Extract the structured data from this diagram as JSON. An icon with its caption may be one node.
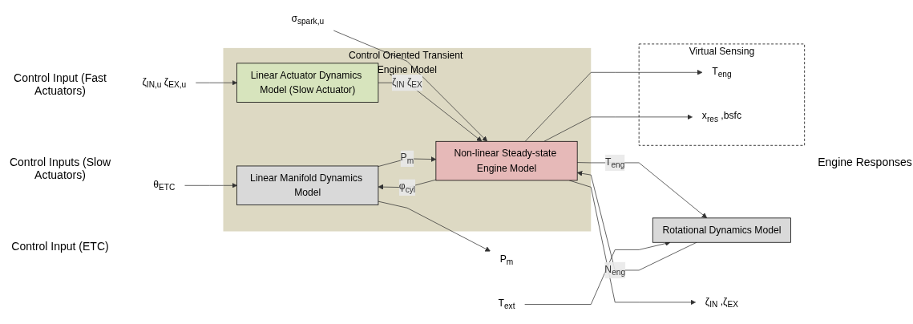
{
  "diagram": {
    "nodes": [
      {
        "text": [
          "σ$_{spark,u}$"
        ]
      },
      {
        "text": [
          "ζ$_{IN,u}$ ζ$_{EX,u}$"
        ]
      },
      {
        "text": [
          "θ$_{ETC}$"
        ]
      },
      {
        "text": [
          "Control Oriented Transient Engine Model"
        ]
      },
      {
        "text": [
          "Linear Actuator Dynamics Model (Slow Actuator)"
        ],
        "in": 3
      },
      {
        "text": [
          "Linear Manifold Dynamics Model"
        ],
        "in": 3
      },
      {
        "text": [
          "Non-linear Steady-state Engine Model"
        ],
        "in": 3
      },
      {
        "text": [
          "T$_{ext}$"
        ]
      },
      {
        "text": [
          "Rotational Dynamics Model"
        ]
      },
      {
        "text": [
          "P$_{m}$"
        ]
      },
      {
        "text": [
          "Virtual Sensing"
        ]
      },
      {
        "text": [
          "T$_{eng}$"
        ],
        "in": 10
      },
      {
        "text": [
          "x$_{res}$ ,bsfc"
        ],
        "in": 10
      },
      {
        "text": [
          "ζ$_{IN}$ ,ζ$_{EX}$"
        ]
      }
    ],
    "edges": [
      {
        "from": 0,
        "to": 6,
        "arrow": "to"
      },
      {
        "from": 1,
        "to": 4,
        "arrow": "to"
      },
      {
        "from": 2,
        "to": 5,
        "arrow": "to"
      },
      {
        "from": 4,
        "to": 6,
        "arrow": "to",
        "label": "ζ$_{IN}$ ζ$_{EX}$"
      },
      {
        "from": 5,
        "to": 6,
        "arrow": "to",
        "label": "P$_{m}$"
      },
      {
        "from": 6,
        "to": 5,
        "arrow": "to",
        "label": "φ$_{cyl}$"
      },
      {
        "from": 6,
        "to": 8,
        "arrow": "to",
        "label": "T$_{eng}$"
      },
      {
        "from": 8,
        "to": 6,
        "arrow": "to",
        "label": "N$_{eng}$"
      },
      {
        "from": 7,
        "to": 8,
        "arrow": "to"
      },
      {
        "from": 5,
        "to": 9,
        "arrow": "to"
      },
      {
        "from": 6,
        "to": 11,
        "arrow": "to"
      },
      {
        "from": 6,
        "to": 12,
        "arrow": "to"
      },
      {
        "from": 6,
        "to": 13,
        "arrow": "to"
      }
    ],
    "labels": [
      "Control Input (Fast Actuators)",
      "Control Inputs (Slow Actuators)",
      "Control Input (ETC)",
      "Engine Responses"
    ]
  }
}
